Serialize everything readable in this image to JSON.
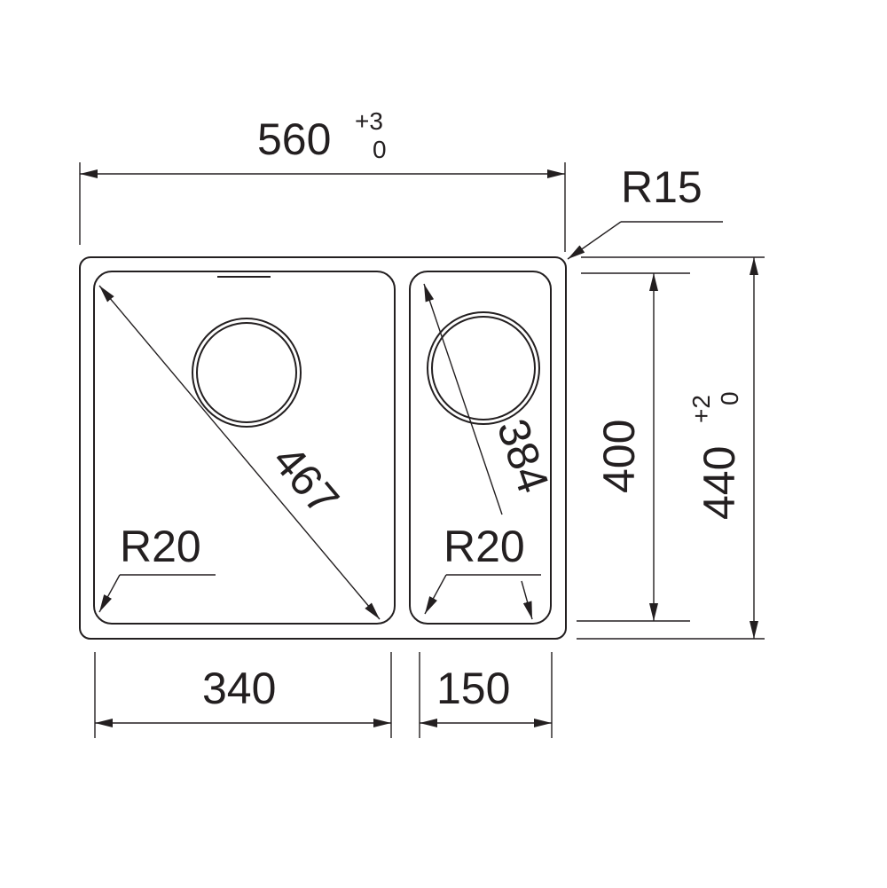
{
  "drawing": {
    "overall_width": {
      "value": "560",
      "tol_upper": "+3",
      "tol_lower": "0"
    },
    "overall_depth": {
      "value": "440",
      "tol_upper": "+2",
      "tol_lower": "0"
    },
    "corner_radius_outer": "R15",
    "bowl_depth": "400",
    "left_bowl": {
      "width": "340",
      "diagonal": "467",
      "radius": "R20"
    },
    "right_bowl": {
      "width": "150",
      "diagonal": "384",
      "radius": "R20"
    },
    "line_color": "#231f20"
  }
}
